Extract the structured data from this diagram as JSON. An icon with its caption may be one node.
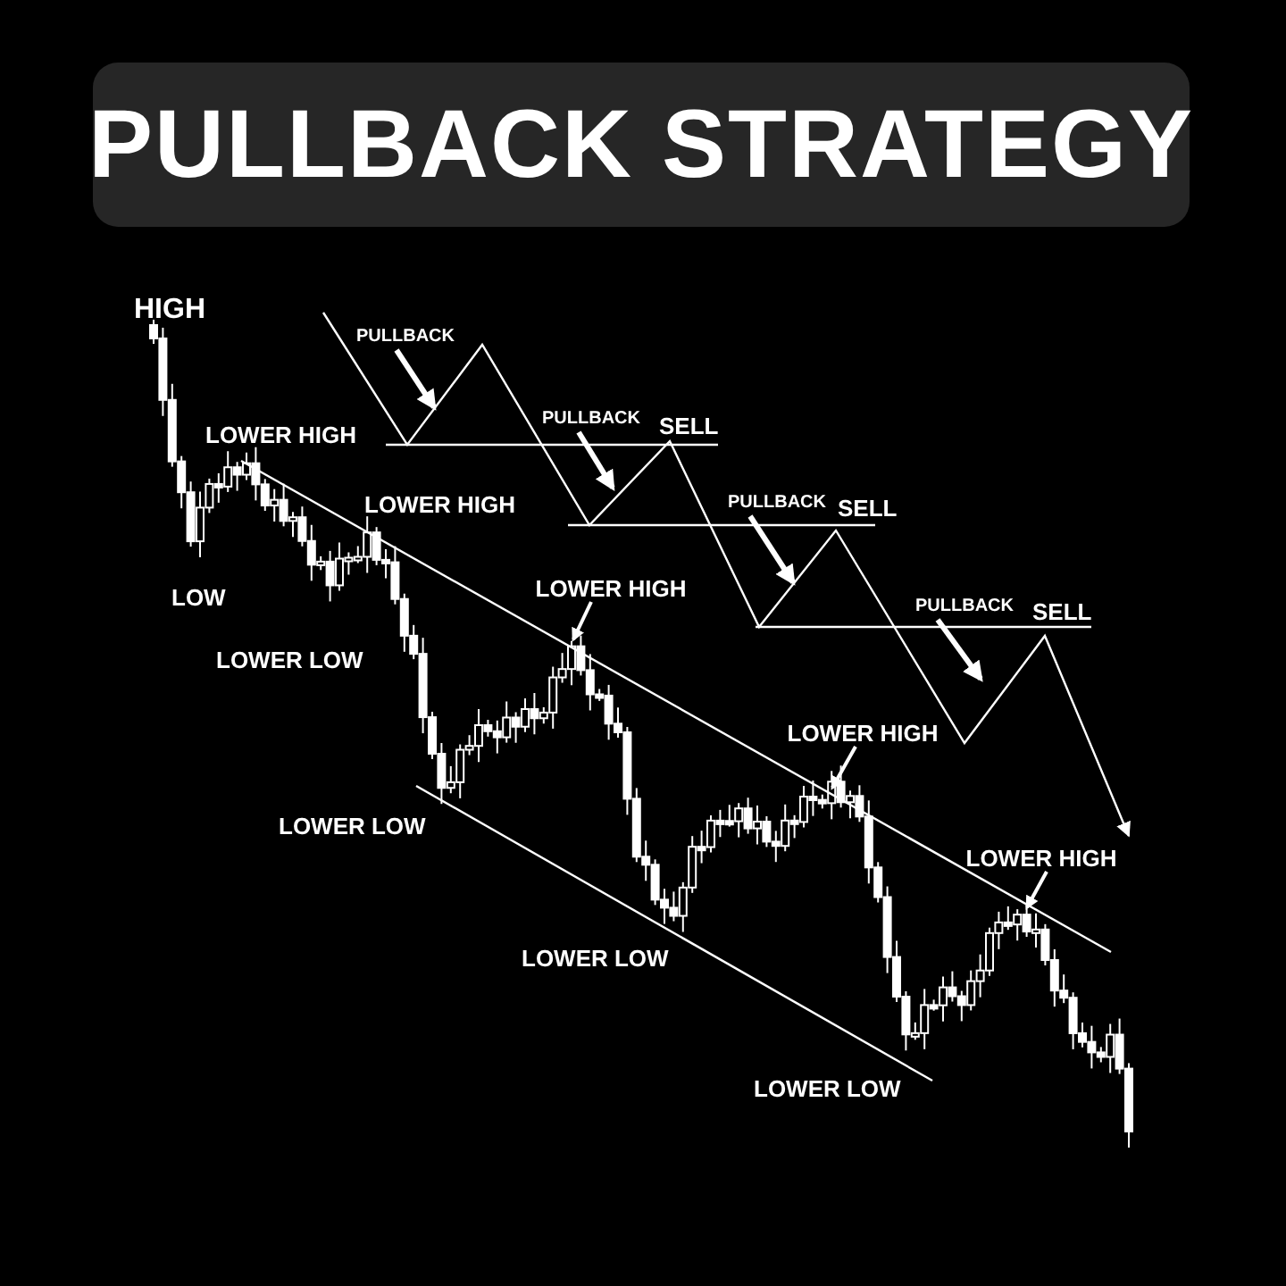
{
  "diagram": {
    "title": "PULLBACK STRATEGY",
    "nodes": [
      {
        "text": [
          "PULLBACK"
        ]
      },
      {
        "text": [
          "PULLBACK"
        ]
      },
      {
        "text": [
          "PULLBACK"
        ]
      },
      {
        "text": [
          "PULLBACK"
        ]
      },
      {
        "text": [
          "LOWER HIGH"
        ]
      },
      {
        "text": [
          "LOWER HIGH"
        ]
      },
      {
        "text": [
          "LOWER HIGH"
        ]
      }
    ],
    "edges": [
      {
        "from": 0,
        "to": null,
        "arrow": "to"
      },
      {
        "from": 1,
        "to": null,
        "arrow": "to"
      },
      {
        "from": 2,
        "to": null,
        "arrow": "to"
      },
      {
        "from": 3,
        "to": null,
        "arrow": "to"
      },
      {
        "from": 4,
        "to": null,
        "arrow": "to"
      },
      {
        "from": 5,
        "to": null,
        "arrow": "to"
      },
      {
        "from": 6,
        "to": null,
        "arrow": "to"
      }
    ],
    "labels": [
      "HIGH",
      "LOWER HIGH",
      "SELL",
      "LOWER HIGH",
      "SELL",
      "LOW",
      "SELL",
      "LOWER LOW",
      "LOWER LOW",
      "LOWER LOW",
      "LOWER LOW"
    ]
  }
}
